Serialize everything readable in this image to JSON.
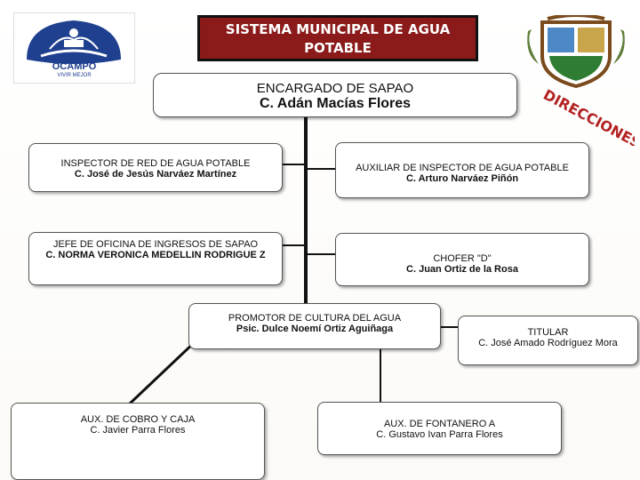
{
  "header": {
    "title": "SISTEMA MUNICIPAL DE AGUA POTABLE\nY ALCANTARILLADO DE OCAMPO.",
    "logo_text": "OCAMPO",
    "logo_subtext": "VIVIR MEJOR"
  },
  "directions_label": "DIRECCIONES",
  "nodes": {
    "encargado": {
      "role": "ENCARGADO DE SAPAO",
      "name": "C. Adán Macías Flores"
    },
    "inspector": {
      "role": "INSPECTOR DE RED DE AGUA POTABLE",
      "name": "C. José de Jesús Narváez Martínez"
    },
    "auxiliar_inspector": {
      "role": "AUXILIAR DE INSPECTOR DE AGUA POTABLE",
      "name": "C. Arturo Narváez Piñón"
    },
    "jefe_ingresos": {
      "role": "JEFE DE OFICINA  DE INGRESOS DE SAPAO",
      "name": "C. NORMA VERONICA MEDELLIN RODRIGUE Z"
    },
    "chofer": {
      "role": "CHOFER \"D\"",
      "name": "C. Juan Ortiz de la Rosa"
    },
    "promotor": {
      "role": "PROMOTOR DE CULTURA  DEL AGUA",
      "name": "Psic. Dulce Noemí  Ortiz Aguiñaga"
    },
    "titular": {
      "role": "TITULAR",
      "name": "C. José Amado Rodríguez Mora"
    },
    "aux_cobro": {
      "role": "AUX. DE COBRO Y CAJA",
      "name": "C. Javier Parra Flores"
    },
    "aux_fontanero": {
      "role": "AUX. DE FONTANERO A",
      "name": "C. Gustavo Ivan Parra Flores"
    }
  },
  "colors": {
    "banner": "#8b1a1a",
    "logo_blue": "#1f3f8f",
    "directions_red": "#b22222"
  }
}
